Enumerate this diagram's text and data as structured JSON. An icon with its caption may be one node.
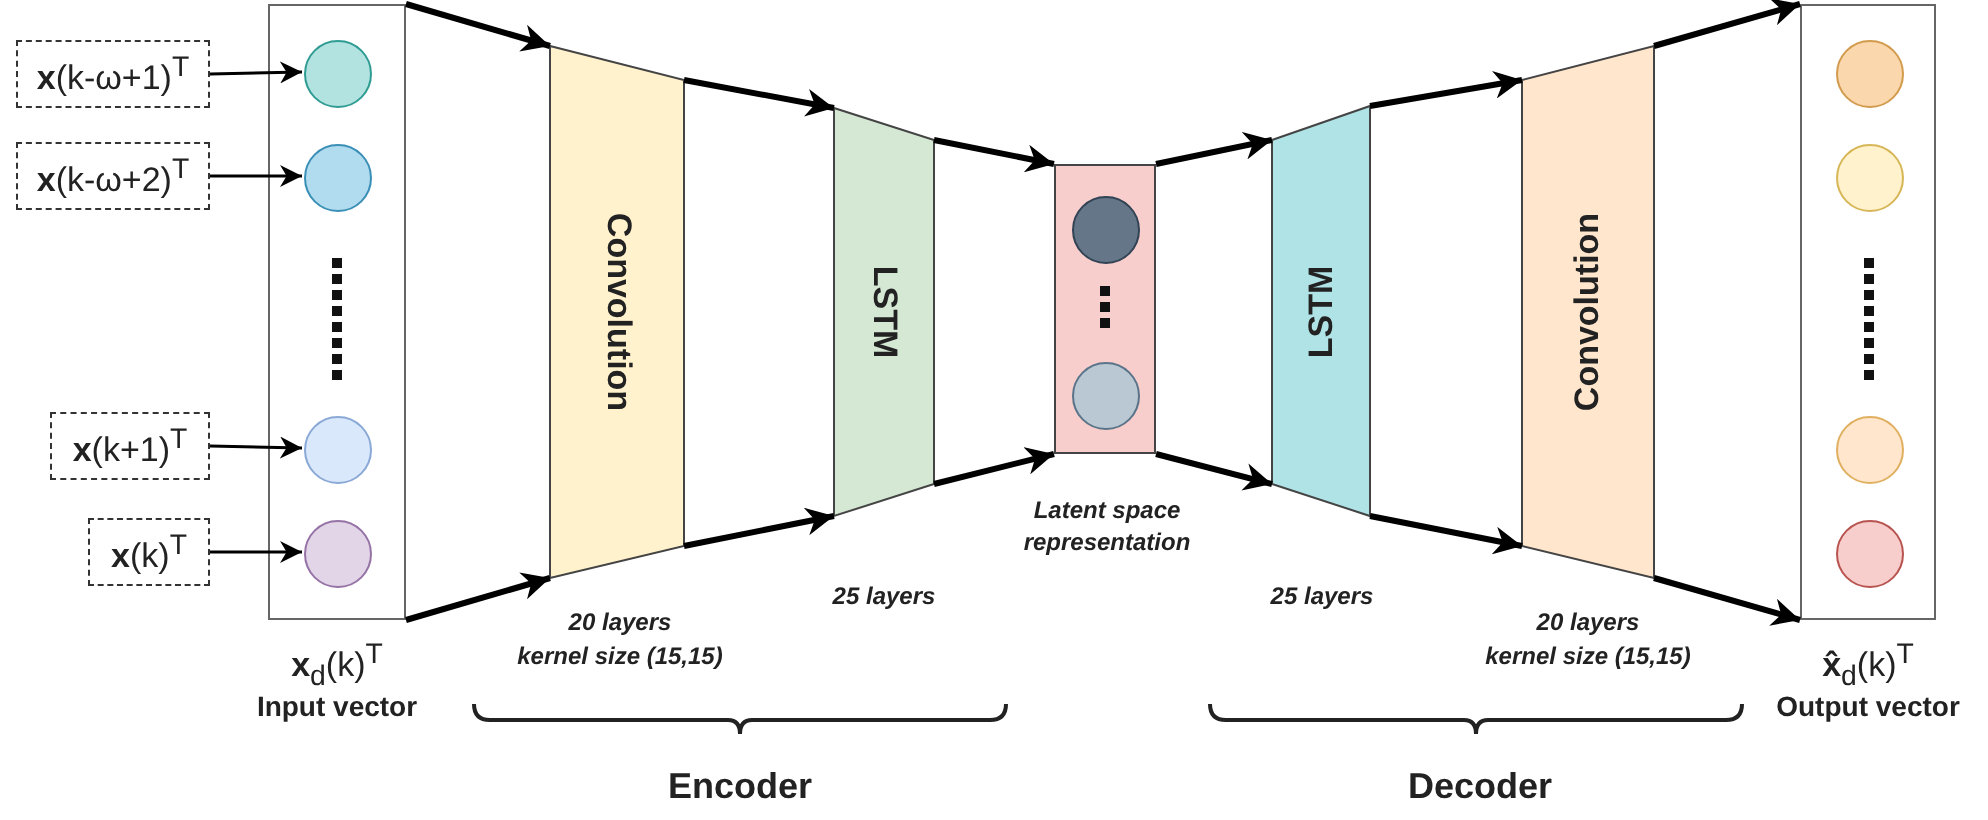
{
  "diagram": {
    "nodes": [
      {
        "text": [
          "**x**(k-ω+1)$^{T}$"
        ]
      },
      {
        "text": [
          "**x**(k-ω+2)$^{T}$"
        ]
      },
      {
        "text": [
          "**x**(k+1)$^{T}$"
        ]
      },
      {
        "text": [
          "**x**(k)$^{T}$"
        ]
      },
      {
        "text": [
          "**x**$_{d}$(k)$^{T}$",
          "Input vector"
        ]
      },
      {
        "text": [],
        "shape": "circle",
        "in": 4
      },
      {
        "text": [],
        "shape": "circle",
        "in": 4
      },
      {
        "text": [],
        "shape": "circle",
        "in": 4
      },
      {
        "text": [],
        "shape": "circle",
        "in": 4
      },
      {
        "text": [
          "Convolution"
        ],
        "beside": [
          "20 layers",
          "kernel size (15,15)"
        ]
      },
      {
        "text": [
          "LSTM"
        ],
        "beside": [
          "25 layers"
        ]
      },
      {
        "text": [],
        "shape": "box",
        "beside": [
          "Latent space representation"
        ]
      },
      {
        "text": [],
        "shape": "circle",
        "in": 11
      },
      {
        "text": [],
        "shape": "circle",
        "in": 11
      },
      {
        "text": [
          "LSTM"
        ],
        "beside": [
          "25 layers"
        ]
      },
      {
        "text": [
          "Convolution"
        ],
        "beside": [
          "20 layers",
          "kernel size (15,15)"
        ]
      },
      {
        "text": [
          "**x̂**$_{d}$(k)$^{T}$",
          "Output vector"
        ]
      },
      {
        "text": [],
        "shape": "circle",
        "in": 16
      },
      {
        "text": [],
        "shape": "circle",
        "in": 16
      },
      {
        "text": [],
        "shape": "circle",
        "in": 16
      },
      {
        "text": [],
        "shape": "circle",
        "in": 16
      }
    ],
    "edges": [
      {
        "from": 0,
        "to": 5,
        "arrow": "to"
      },
      {
        "from": 1,
        "to": 6,
        "arrow": "to"
      },
      {
        "from": 2,
        "to": 7,
        "arrow": "to"
      },
      {
        "from": 3,
        "to": 8,
        "arrow": "to"
      },
      {
        "from": 4,
        "to": 9,
        "arrow": "to"
      },
      {
        "from": 4,
        "to": 9,
        "arrow": "to"
      },
      {
        "from": 9,
        "to": 10,
        "arrow": "to"
      },
      {
        "from": 9,
        "to": 10,
        "arrow": "to"
      },
      {
        "from": 10,
        "to": 11,
        "arrow": "to"
      },
      {
        "from": 10,
        "to": 11,
        "arrow": "to"
      },
      {
        "from": 11,
        "to": 14,
        "arrow": "to"
      },
      {
        "from": 11,
        "to": 14,
        "arrow": "to"
      },
      {
        "from": 14,
        "to": 15,
        "arrow": "to"
      },
      {
        "from": 14,
        "to": 15,
        "arrow": "to"
      },
      {
        "from": 15,
        "to": 16,
        "arrow": "to"
      },
      {
        "from": 15,
        "to": 16,
        "arrow": "to"
      }
    ],
    "labels": [
      "Encoder",
      "Decoder"
    ]
  }
}
